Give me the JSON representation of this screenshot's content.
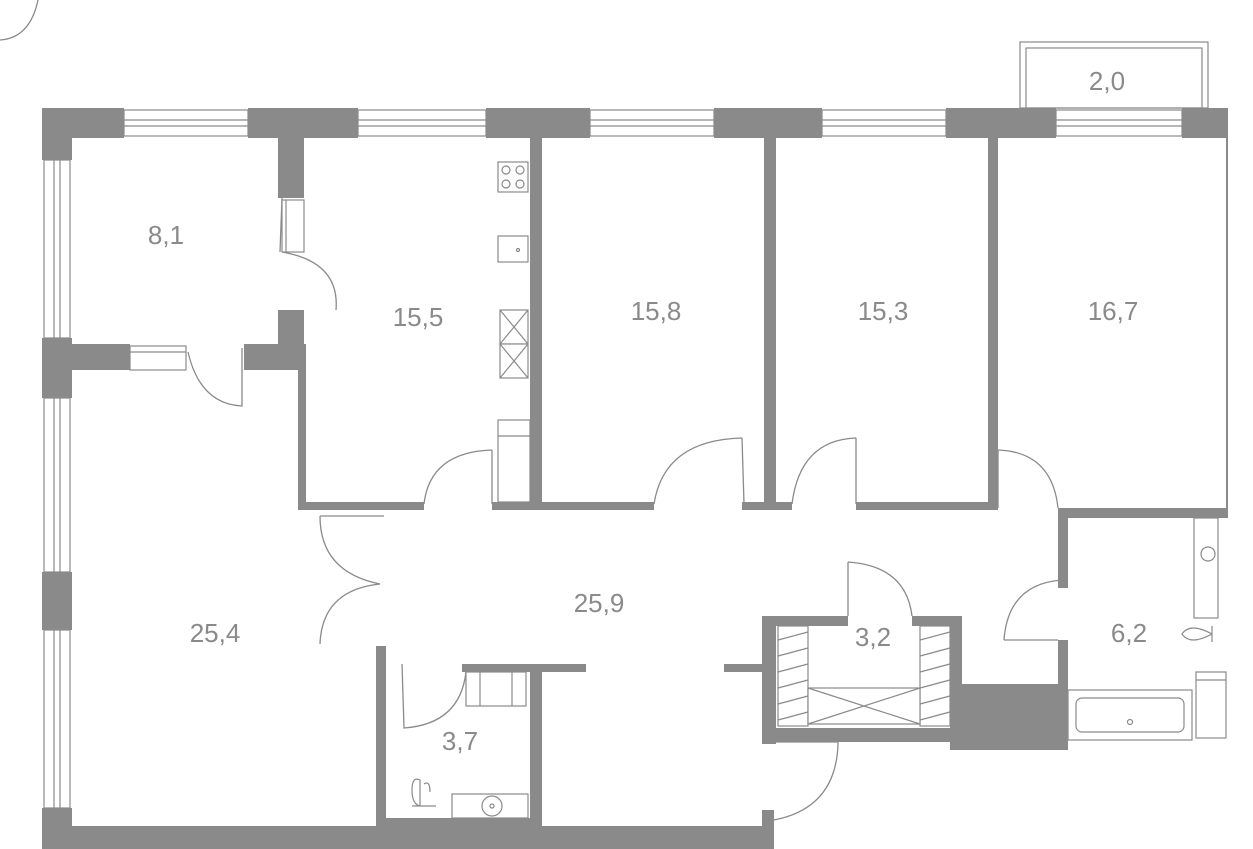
{
  "plan": {
    "rooms": [
      {
        "id": "room-1",
        "area": "8,1"
      },
      {
        "id": "kitchen",
        "area": "15,5"
      },
      {
        "id": "room-2",
        "area": "15,8"
      },
      {
        "id": "room-3",
        "area": "15,3"
      },
      {
        "id": "room-4",
        "area": "16,7"
      },
      {
        "id": "balcony",
        "area": "2,0"
      },
      {
        "id": "living-room",
        "area": "25,4"
      },
      {
        "id": "hallway",
        "area": "25,9"
      },
      {
        "id": "wardrobe",
        "area": "3,2"
      },
      {
        "id": "bathroom",
        "area": "6,2"
      },
      {
        "id": "toilet",
        "area": "3,7"
      }
    ]
  }
}
